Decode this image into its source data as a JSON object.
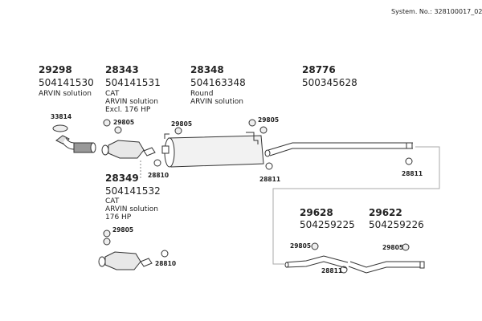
{
  "system_number": "System. No.: 328100017_02",
  "parts": [
    {
      "part_no": "29298",
      "oe_no": "504141530",
      "notes": [
        "ARVIN solution"
      ]
    },
    {
      "part_no": "28343",
      "oe_no": "504141531",
      "notes": [
        "CAT",
        "ARVIN solution",
        "Excl. 176 HP"
      ]
    },
    {
      "part_no": "28348",
      "oe_no": "504163348",
      "notes": [
        "Round",
        "ARVIN solution"
      ]
    },
    {
      "part_no": "28776",
      "oe_no": "500345628",
      "notes": []
    },
    {
      "part_no": "28349",
      "oe_no": "504141532",
      "notes": [
        "CAT",
        "ARVIN solution",
        "176 HP"
      ]
    },
    {
      "part_no": "29628",
      "oe_no": "504259225",
      "notes": []
    },
    {
      "part_no": "29622",
      "oe_no": "504259226",
      "notes": []
    }
  ],
  "callouts": [
    "33814",
    "29805",
    "28810",
    "29805",
    "29805",
    "28811",
    "28811",
    "29805",
    "28810",
    "29805",
    "28811",
    "29805"
  ]
}
